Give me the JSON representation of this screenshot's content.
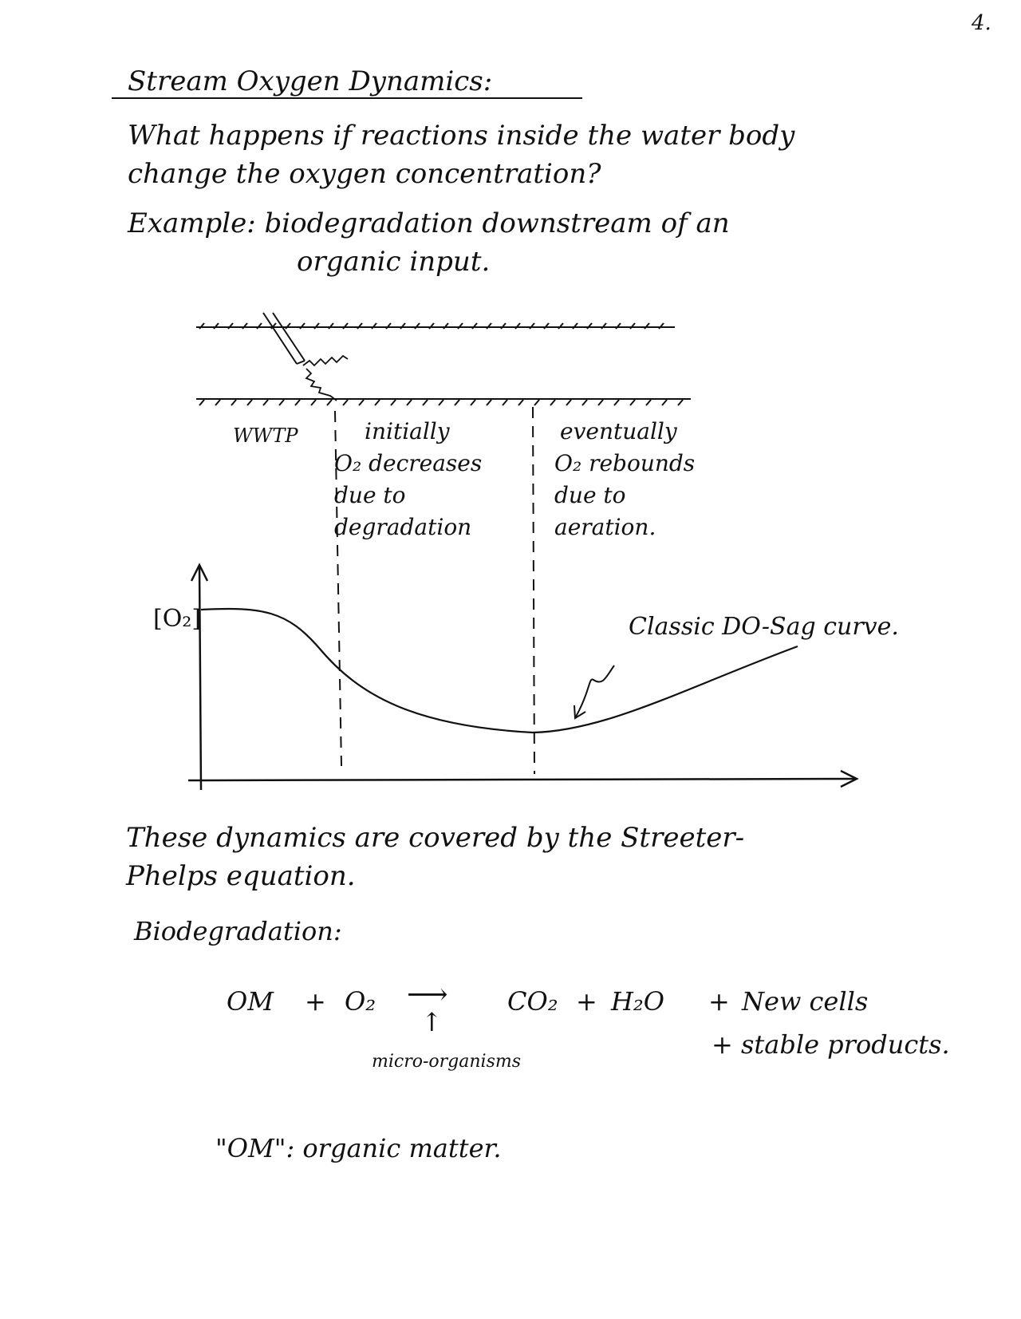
{
  "page_number": "4.",
  "title": "Stream Oxygen Dynamics:",
  "question": {
    "line1": "What happens if reactions inside the water body",
    "line2": "change the oxygen concentration?"
  },
  "example": {
    "line1": "Example: biodegradation downstream of an",
    "line2": "organic input."
  },
  "diagram": {
    "source_label": "WWTP",
    "zone1": [
      "initially",
      "O₂ decreases",
      "due to",
      "degradation"
    ],
    "zone2": [
      "eventually",
      "O₂ rebounds",
      "due to",
      "aeration."
    ],
    "y_axis_label": "[O₂]",
    "curve_label": "Classic DO-Sag curve."
  },
  "paragraph": {
    "line1": "These dynamics are covered by the Streeter-",
    "line2": "Phelps equation."
  },
  "biodegradation_heading": "Biodegradation:",
  "equation": {
    "reactant1": "OM",
    "plus": "+",
    "reactant2": "O₂",
    "arrow": "⟶",
    "product1": "CO₂",
    "product2": "H₂O",
    "product3": "New cells",
    "product4": "+ stable products.",
    "catalyst_arrow": "↑",
    "catalyst": "micro-organisms"
  },
  "definition": "\"OM\": organic matter."
}
